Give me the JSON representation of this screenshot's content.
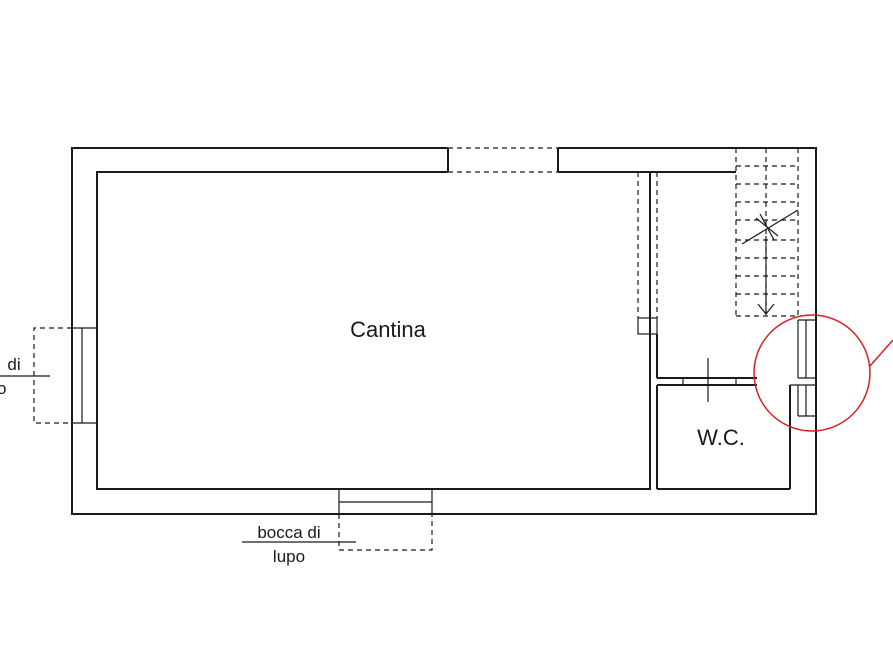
{
  "rooms": {
    "cellar": "Cantina",
    "wc": "W.C."
  },
  "notes": {
    "bottom_window_line1": "bocca di",
    "bottom_window_line2": "lupo",
    "left_window_line1": "di",
    "left_window_line2": "o"
  },
  "colors": {
    "walls": "#1a1a1a",
    "highlight_circle": "#d62020",
    "background": "#ffffff"
  }
}
